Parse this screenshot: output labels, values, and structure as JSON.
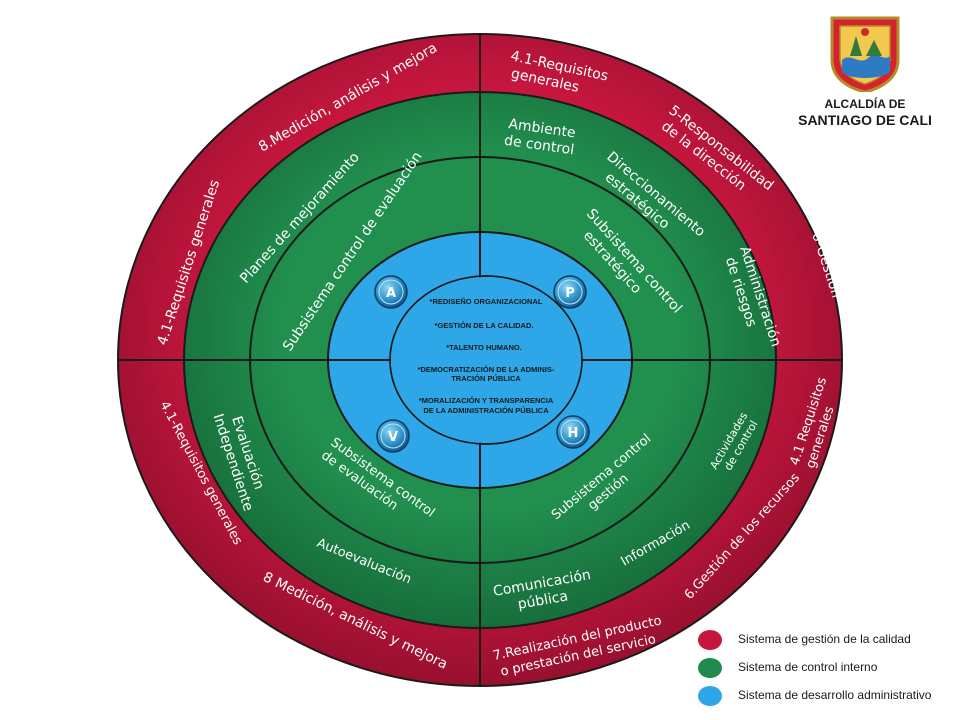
{
  "colors": {
    "quality": "#c4163e",
    "quality_dark": "#8e0f2c",
    "control": "#1f8a4c",
    "control_dark": "#166a38",
    "admin": "#2ea7e8",
    "outline": "#1a1a1a"
  },
  "logo": {
    "line1": "ALCALDÍA DE",
    "line2": "SANTIAGO DE CALI",
    "icon": "shield-crest-icon"
  },
  "outer_ring": {
    "top_right": [
      "4.1-Requisitos",
      "generales"
    ],
    "right_upper": [
      "5-Responsabilidad",
      "de la dirección"
    ],
    "right_mid": [
      "6-Gestión",
      "de los recursos"
    ],
    "right_lower": [
      "4.1 Requisitos",
      "generales"
    ],
    "bottom_right_1": "6.Gestión de los recursos",
    "bottom_right_2": [
      "7.Realización del producto",
      "o prestación del servicio"
    ],
    "bottom_left": "8 Medición, análisis y mejora",
    "left_lower": "4.1-Requisitos generales",
    "left_upper": "4.1-Requisitos generales",
    "top_left": "8.Medición, análisis y mejora"
  },
  "middle_ring": {
    "top_left": "Planes de mejoramiento",
    "top_right_1": [
      "Ambiente",
      "de control"
    ],
    "top_right_2": [
      "Direccionamiento",
      "estratégico"
    ],
    "right": [
      "Administración",
      "de riesgos"
    ],
    "right_lower": [
      "Actividades",
      "de control"
    ],
    "bottom_right_1": "Información",
    "bottom_right_2": [
      "Comunicación",
      "pública"
    ],
    "bottom_left": "Autoevaluación",
    "left_lower": [
      "Evaluación",
      "Independiente"
    ]
  },
  "inner_ring": {
    "top_left": "Subsistema control de evaluación",
    "top_right": [
      "Subsistema control",
      "estratégico"
    ],
    "bottom_right": [
      "Subsistema control",
      "gestión"
    ],
    "bottom_left": [
      "Subsistema control",
      "de evaluación"
    ]
  },
  "center": {
    "lines": [
      "*REDISEÑO ORGANIZACIONAL",
      "*GESTIÓN DE LA CALIDAD.",
      "*TALENTO HUMANO.",
      "*DEMOCRATIZACIÓN DE LA ADMINIS-",
      "TRACIÓN PÚBLICA",
      "*MORALIZACIÓN Y TRANSPARENCIA",
      "DE LA ADMINISTRACIÓN PÚBLICA"
    ],
    "badges": [
      "A",
      "P",
      "V",
      "H"
    ]
  },
  "legend": [
    {
      "label": "Sistema de gestión de la calidad",
      "color": "#c4163e"
    },
    {
      "label": "Sistema de control interno",
      "color": "#1f8a4c"
    },
    {
      "label": "Sistema de  desarrollo administrativo",
      "color": "#2ea7e8"
    }
  ]
}
